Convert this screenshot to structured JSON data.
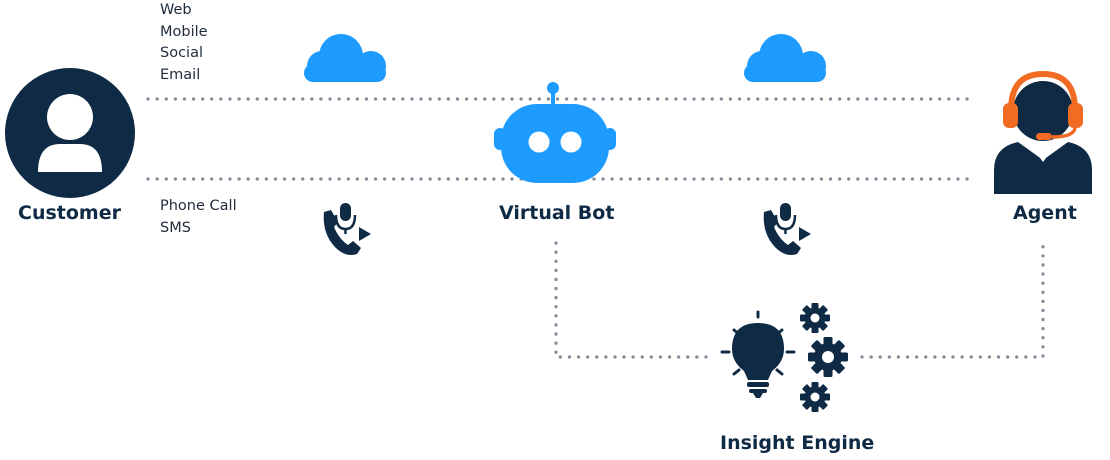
{
  "nodes": {
    "customer": {
      "label": "Customer"
    },
    "virtual_bot": {
      "label": "Virtual Bot"
    },
    "agent": {
      "label": "Agent"
    },
    "insight_engine": {
      "label": "Insight Engine"
    }
  },
  "channels": {
    "digital": [
      "Web",
      "Mobile",
      "Social",
      "Email"
    ],
    "voice": [
      "Phone Call",
      "SMS"
    ]
  },
  "colors": {
    "navy": "#0f2a44",
    "blue": "#1e9bff",
    "orange": "#f26b22",
    "connector": "#7f8c99"
  },
  "icons": [
    "person-icon",
    "cloud-icon",
    "robot-icon",
    "agent-headset-icon",
    "phone-mic-icon",
    "lightbulb-icon",
    "gear-icon"
  ]
}
